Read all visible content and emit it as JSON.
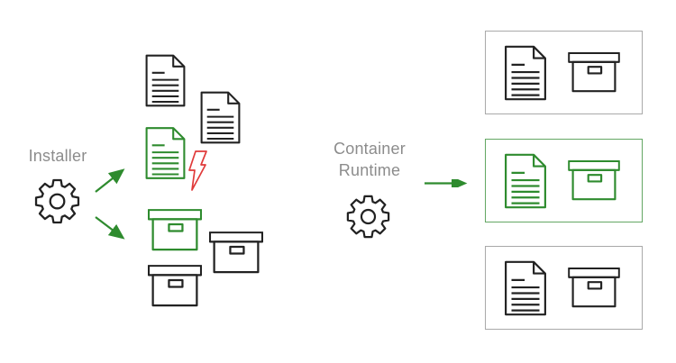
{
  "labels": {
    "installer": "Installer",
    "container_runtime": "Container\nRuntime"
  },
  "colors": {
    "background": "#ffffff",
    "icon_black": "#222222",
    "green": "#2e8b2e",
    "green_border": "#63a763",
    "container_border": "#a9a9a9",
    "text_gray": "#8c8c8c",
    "red": "#e03a3a"
  },
  "diagram": {
    "installer": {
      "label": "Installer",
      "icon": "gear-icon",
      "produces": {
        "documents": [
          {
            "icon": "document-icon",
            "color": "black"
          },
          {
            "icon": "document-icon",
            "color": "black"
          },
          {
            "icon": "document-icon",
            "color": "green",
            "marker": "lightning-error-icon"
          }
        ],
        "boxes": [
          {
            "icon": "box-icon",
            "color": "green"
          },
          {
            "icon": "box-icon",
            "color": "black"
          },
          {
            "icon": "box-icon",
            "color": "black"
          }
        ]
      }
    },
    "container_runtime": {
      "label": "Container Runtime",
      "icon": "gear-icon",
      "produces_bundles": [
        {
          "contents": [
            "document-icon",
            "box-icon"
          ],
          "color": "black",
          "border": "gray"
        },
        {
          "contents": [
            "document-icon",
            "box-icon"
          ],
          "color": "green",
          "border": "green"
        },
        {
          "contents": [
            "document-icon",
            "box-icon"
          ],
          "color": "black",
          "border": "gray"
        }
      ]
    }
  }
}
